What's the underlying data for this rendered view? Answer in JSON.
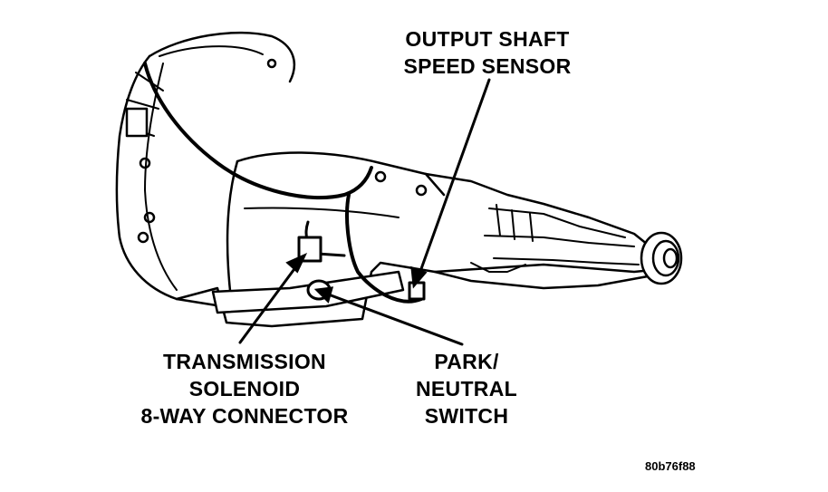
{
  "labels": {
    "output_shaft": [
      "OUTPUT SHAFT",
      "SPEED SENSOR"
    ],
    "solenoid_connector": [
      "TRANSMISSION",
      "SOLENOID",
      "8-WAY CONNECTOR"
    ],
    "park_neutral": [
      "PARK/",
      "NEUTRAL",
      "SWITCH"
    ]
  },
  "figure_id": "80b76f88",
  "colors": {
    "line": "#000000",
    "background": "#ffffff"
  }
}
